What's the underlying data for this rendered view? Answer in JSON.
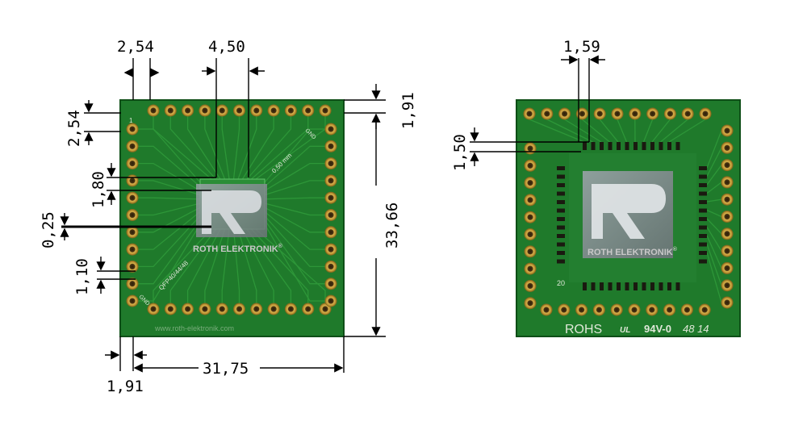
{
  "dimensions_left": {
    "pitch_top": "2,54",
    "span_top": "4,50",
    "edge_top_left": "2,54",
    "pad_spacing": "1,80",
    "trace_width": "0,25",
    "pad_height": "1,10",
    "edge_bottom": "1,91",
    "board_width": "31,75",
    "board_height": "33,66",
    "edge_top_right": "1,91"
  },
  "dimensions_right": {
    "pad_pitch_top": "1,59",
    "pad_pitch_side": "1,50"
  },
  "board_left": {
    "brand": "ROTH ELEKTRONIK",
    "registered": "®",
    "silk_pitch": "0,50 mm",
    "silk_pkg": "QFP40/44/48",
    "silk_gnd": "GND",
    "silk_url": "www.roth-elektronik.com",
    "silk_pin": "1"
  },
  "board_right": {
    "brand": "ROTH ELEKTRONIK",
    "registered": "®",
    "rohs": "ROHS",
    "ul_mark": "UL",
    "flammability": "94V-0",
    "date_code": "48 14",
    "pin_label": "20"
  },
  "colors": {
    "pcb": "#1f7a2b",
    "pcb_edge": "#0e4e17",
    "pad_gold": "#c9a23a",
    "pad_hole": "#3b2a10",
    "dim_line": "#000000"
  }
}
